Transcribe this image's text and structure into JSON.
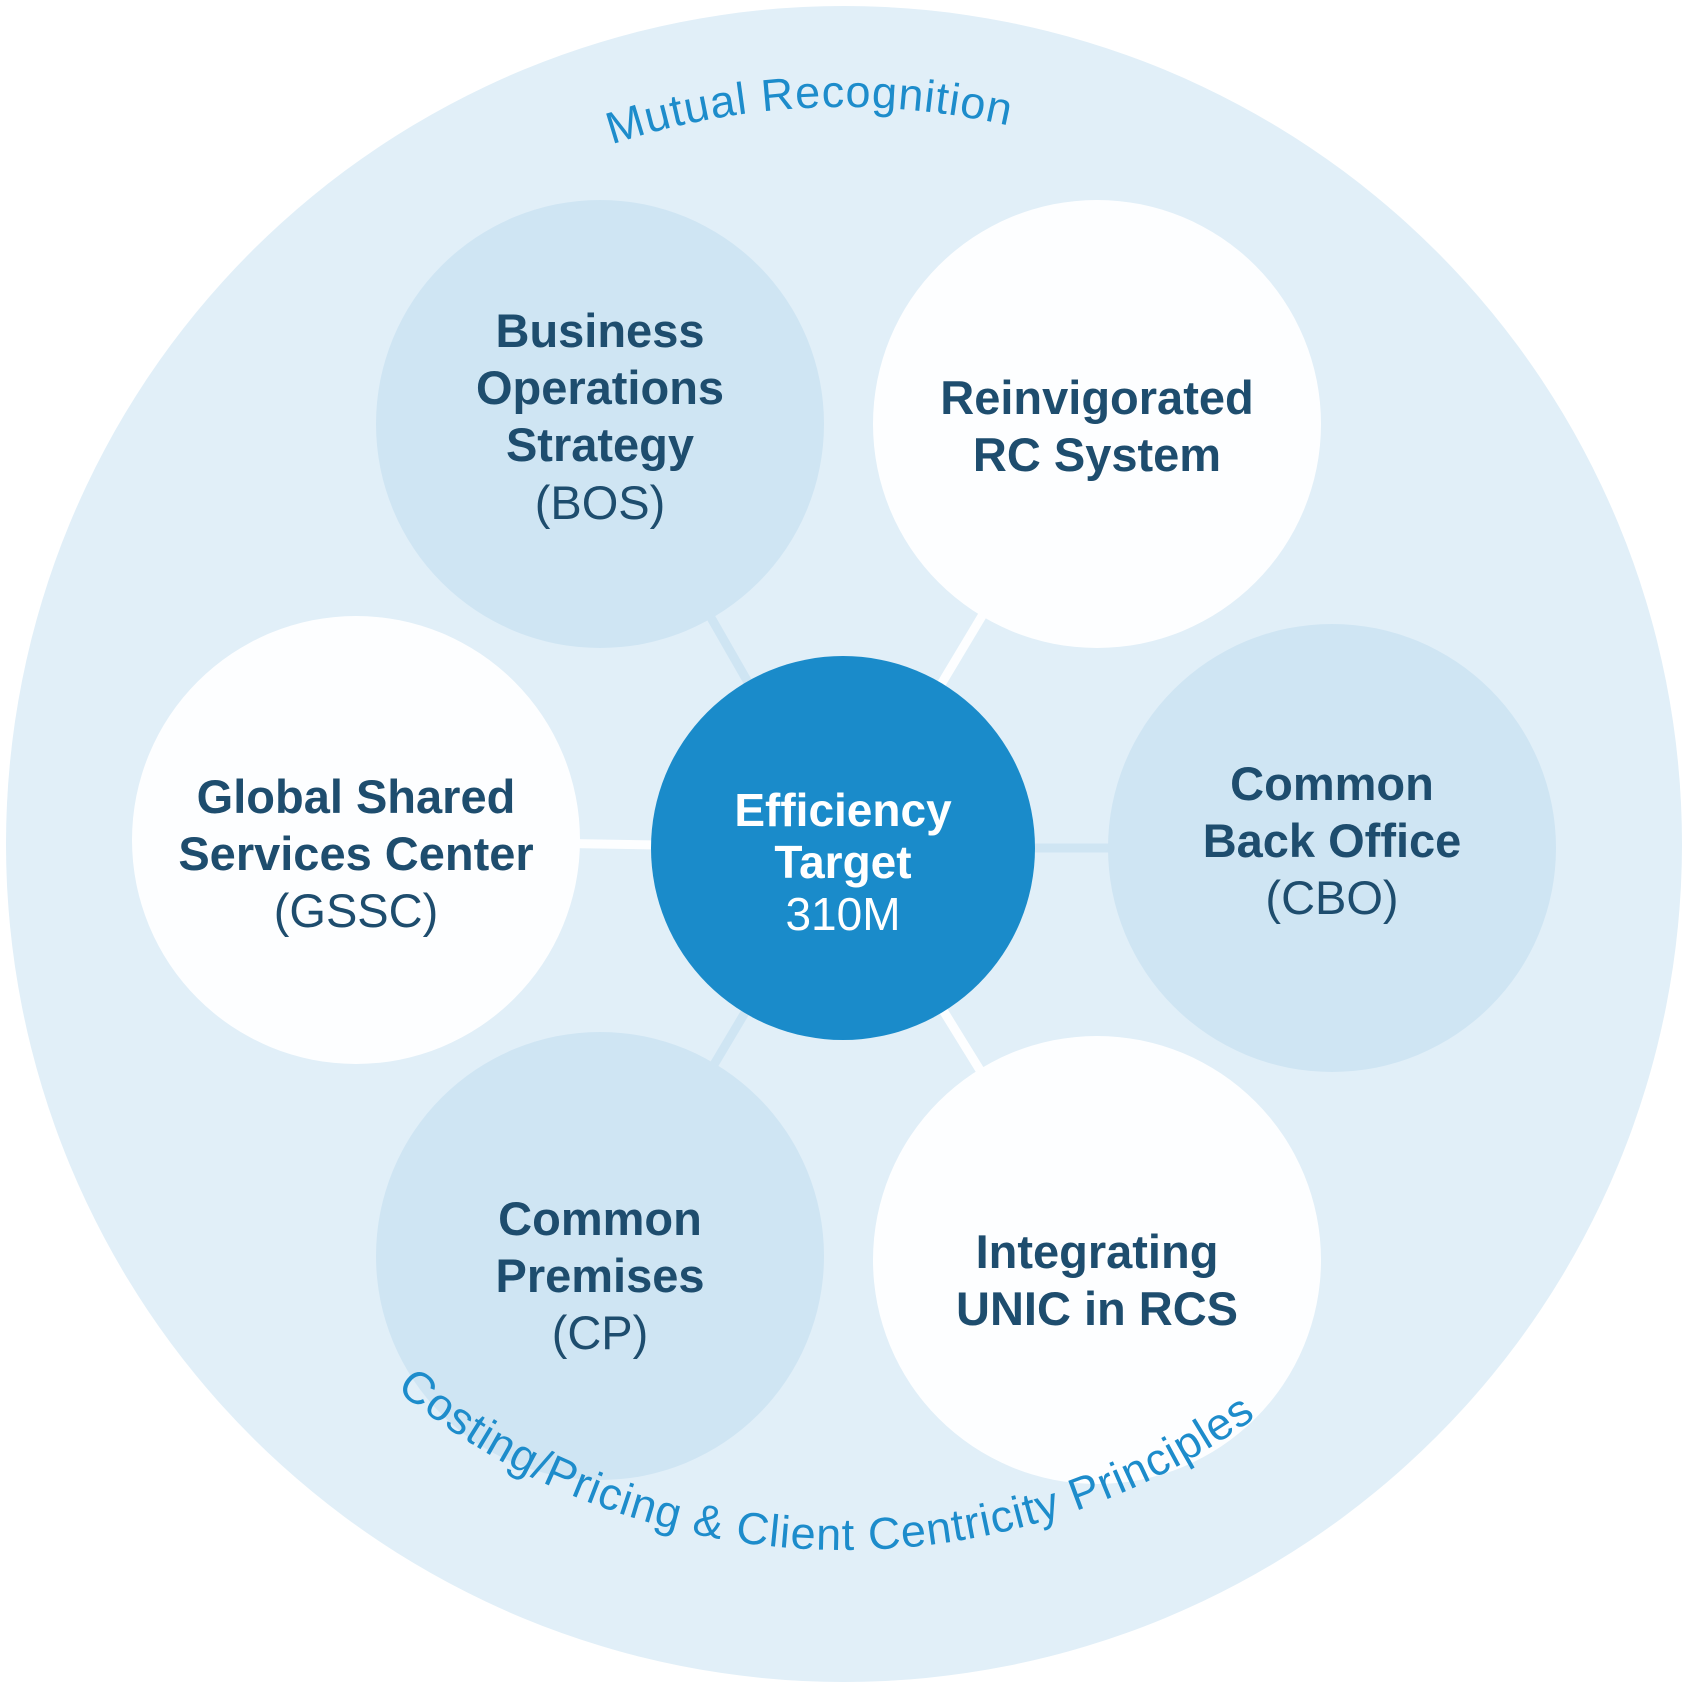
{
  "colors": {
    "outer_circle": "#e1eff8",
    "satellite_light": "#cfe5f3",
    "satellite_white": "#fdfeff",
    "center_circle": "#1a8bca",
    "heading_text": "#1e4d6e",
    "center_text": "#ffffff",
    "arc_text": "#1d8ccb"
  },
  "arcs": {
    "top": "Mutual Recognition",
    "bottom": "Costing/Pricing & Client Centricity Principles"
  },
  "center": {
    "line1": "Efficiency",
    "line2": "Target",
    "value": "310M"
  },
  "satellites": [
    {
      "lines": [
        "Business",
        "Operations",
        "Strategy"
      ],
      "abbr": "(BOS)"
    },
    {
      "lines": [
        "Reinvigorated",
        "RC System"
      ],
      "abbr": ""
    },
    {
      "lines": [
        "Global Shared",
        "Services Center"
      ],
      "abbr": "(GSSC)"
    },
    {
      "lines": [
        "Common",
        "Back Office"
      ],
      "abbr": "(CBO)"
    },
    {
      "lines": [
        "Common",
        "Premises"
      ],
      "abbr": "(CP)"
    },
    {
      "lines": [
        "Integrating",
        "UNIC in RCS"
      ],
      "abbr": ""
    }
  ]
}
